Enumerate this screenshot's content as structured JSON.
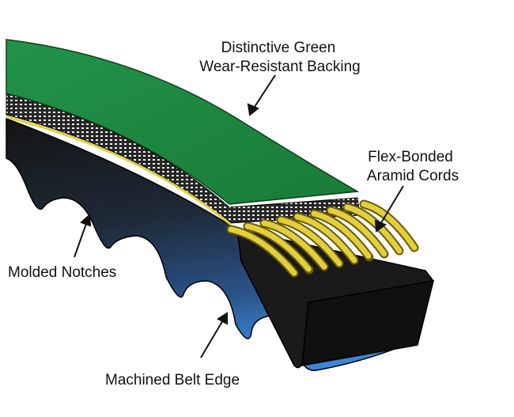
{
  "labels": {
    "backing_line1": "Distinctive Green",
    "backing_line2": "Wear-Resistant Backing",
    "cords_line1": "Flex-Bonded",
    "cords_line2": "Aramid Cords",
    "notches": "Molded Notches",
    "edge": "Machined Belt Edge"
  },
  "colors": {
    "backing": "#1f8a3c",
    "backing_dark": "#166a2c",
    "cords": "#e3cf3c",
    "cords_dark": "#8d7a14",
    "rubber": "#1c1c1c",
    "edge_blue": "#2d6fb8",
    "fabric": "#f2f2f2"
  }
}
